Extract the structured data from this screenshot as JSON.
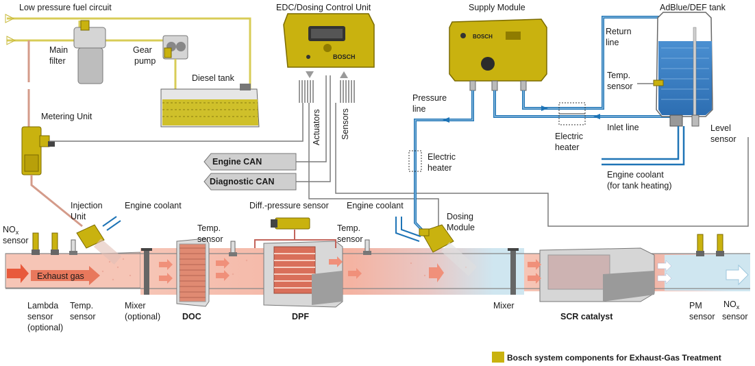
{
  "labels": {
    "low_pressure": "Low pressure fuel circuit",
    "edc_unit": "EDC/Dosing Control Unit",
    "supply_module": "Supply Module",
    "adblue_tank": "AdBlue/DEF tank",
    "main_filter_1": "Main",
    "main_filter_2": "filter",
    "gear_pump_1": "Gear",
    "gear_pump_2": "pump",
    "diesel_tank": "Diesel tank",
    "metering_unit": "Metering Unit",
    "actuators": "Actuators",
    "sensors": "Sensors",
    "engine_can": "Engine CAN",
    "diagnostic_can": "Diagnostic CAN",
    "return_line_1": "Return",
    "return_line_2": "line",
    "temp_sensor_tank_1": "Temp.",
    "temp_sensor_tank_2": "sensor",
    "pressure_line_1": "Pressure",
    "pressure_line_2": "line",
    "inlet_line": "Inlet line",
    "electric_heater_a_1": "Electric",
    "electric_heater_a_2": "heater",
    "electric_heater_b_1": "Electric",
    "electric_heater_b_2": "heater",
    "level_sensor_1": "Level",
    "level_sensor_2": "sensor",
    "engine_coolant_tank_1": "Engine coolant",
    "engine_coolant_tank_2": "(for tank heating)",
    "injection_unit_1": "Injection",
    "injection_unit_2": "Unit",
    "engine_coolant_a": "Engine coolant",
    "diff_pressure": "Diff.-pressure sensor",
    "engine_coolant_b": "Engine coolant",
    "dosing_module_1": "Dosing",
    "dosing_module_2": "Module",
    "nox_left_1": "NO",
    "nox_left_sub": "x",
    "nox_left_2": "sensor",
    "temp_sensor_doc_1": "Temp.",
    "temp_sensor_doc_2": "sensor",
    "temp_sensor_dpf_1": "Temp.",
    "temp_sensor_dpf_2": "sensor",
    "exhaust_gas": "Exhaust gas",
    "lambda_1": "Lambda",
    "lambda_2": "sensor",
    "lambda_3": "(optional)",
    "temp_sensor_low_1": "Temp.",
    "temp_sensor_low_2": "sensor",
    "mixer_optional_1": "Mixer",
    "mixer_optional_2": "(optional)",
    "doc": "DOC",
    "dpf": "DPF",
    "mixer": "Mixer",
    "scr": "SCR catalyst",
    "pm_sensor_1": "PM",
    "pm_sensor_2": "sensor",
    "nox_right_1": "NO",
    "nox_right_sub": "x",
    "nox_right_2": "sensor",
    "legend": "Bosch system components for Exhaust-Gas Treatment",
    "bosch_brand": "BOSCH"
  },
  "colors": {
    "bosch_yellow": "#c9b20f",
    "exhaust_pink": "#f4b9a9",
    "cleaned_blue": "#cfe6f0",
    "adblue_blue": "#1e74b6",
    "fuel_yellow": "#d8cc57",
    "gray_line": "#7a7a7a"
  }
}
